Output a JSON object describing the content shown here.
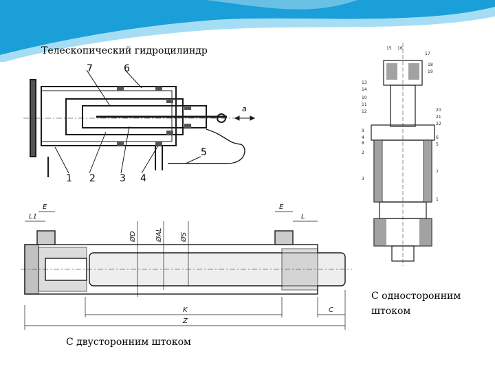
{
  "slide": {
    "title": "Телескопический гидроцилиндр",
    "caption_single_rod": "С односторонним штоком",
    "caption_double_rod": "С двусторонним штоком"
  },
  "telescopic_figure": {
    "labels": [
      "7",
      "6",
      "5",
      "1",
      "2",
      "3",
      "4"
    ],
    "side_mark": "a"
  },
  "double_rod_figure": {
    "dims": [
      "E",
      "L1",
      "E",
      "L",
      "K",
      "C",
      "Z"
    ],
    "diam_labels": [
      "ØD",
      "ØAL",
      "ØS"
    ]
  },
  "single_rod_figure": {
    "labels": [
      "15",
      "16",
      "17",
      "13",
      "14",
      "18",
      "19",
      "10",
      "11",
      "12",
      "20",
      "21",
      "22",
      "9",
      "8",
      "7",
      "6",
      "1",
      "2",
      "3",
      "4",
      "5"
    ]
  },
  "colors": {
    "wave_primary": "#1a9fd8",
    "wave_light": "#7fd0f0",
    "drawing_line": "#1a1a1a",
    "hatch": "#555555"
  }
}
